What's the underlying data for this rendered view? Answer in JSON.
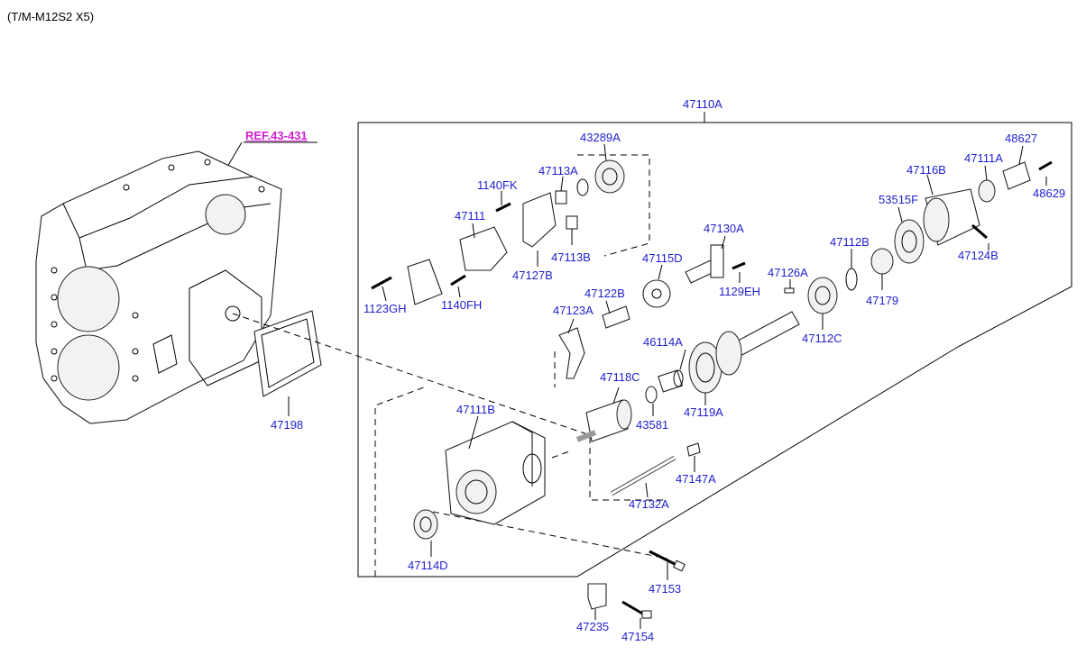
{
  "header": {
    "model_code": "(T/M-M12S2 X5)"
  },
  "reference": {
    "label": "REF.43-431"
  },
  "assembly": {
    "label": "47110A"
  },
  "parts": {
    "p43289A": "43289A",
    "p47113A": "47113A",
    "p1140FK": "1140FK",
    "p47111": "47111",
    "p47113B": "47113B",
    "p47127B": "47127B",
    "p1123GH": "1123GH",
    "p1140FH": "1140FH",
    "p47130A": "47130A",
    "p47115D": "47115D",
    "p1129EH": "1129EH",
    "p47122B": "47122B",
    "p47123A": "47123A",
    "p47126A": "47126A",
    "p47112B": "47112B",
    "p47179": "47179",
    "p47112C": "47112C",
    "p46114A": "46114A",
    "p47118C": "47118C",
    "p47119A": "47119A",
    "p43581": "43581",
    "p47116B": "47116B",
    "p53515F": "53515F",
    "p47111A": "47111A",
    "p48627": "48627",
    "p48629": "48629",
    "p47124B": "47124B",
    "p47111B": "47111B",
    "p47198": "47198",
    "p47147A": "47147A",
    "p47132A": "47132A",
    "p47114D": "47114D",
    "p47153": "47153",
    "p47235": "47235",
    "p47154": "47154"
  }
}
